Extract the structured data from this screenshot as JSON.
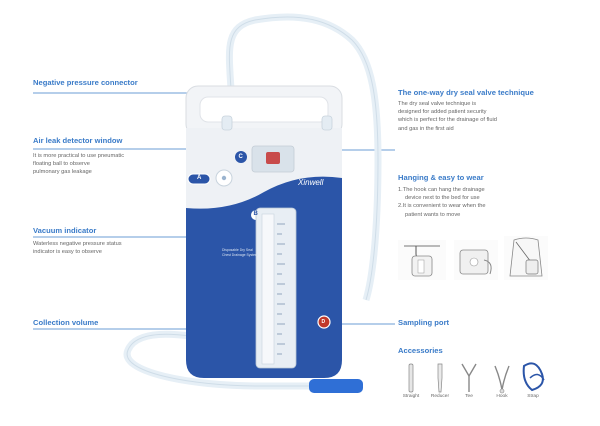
{
  "callouts": {
    "negative_pressure_connector": {
      "title": "Negative pressure connector"
    },
    "air_leak_detector": {
      "title": "Air leak detector window",
      "body": [
        "It is more practical to use pneumatic",
        "floating ball to observe",
        "pulmonary gas leakage"
      ]
    },
    "vacuum_indicator": {
      "title": "Vacuum indicator",
      "body": [
        "Waterless negative pressure status",
        "indicator is easy to observe"
      ]
    },
    "collection_volume": {
      "title": "Collection volume"
    },
    "dry_seal_valve": {
      "title": "The one-way dry seal valve technique",
      "body": [
        "The dry seal valve technique is",
        "designed for added patient security",
        "which is perfect for the drainage of fluid",
        "and gas in the first aid"
      ]
    },
    "hanging": {
      "title": "Hanging & easy to wear",
      "body": [
        "1.The hook can hang the drainage",
        "device next to the bed for use",
        "2.It is convenient to wear when the",
        "patient wants to move"
      ]
    },
    "sampling_port": {
      "title": "Sampling port"
    }
  },
  "device": {
    "brand": "Xinwell",
    "label_a": "A",
    "label_b": "B",
    "label_c": "C",
    "label_d": "D",
    "small_text": [
      "Disposable Dry Seal",
      "Chest Drainage System"
    ]
  },
  "accessories": {
    "title": "Accessories",
    "items": [
      {
        "label": "Straight",
        "icon": "straight-connector-icon"
      },
      {
        "label": "Reducer",
        "icon": "reducer-connector-icon"
      },
      {
        "label": "Tee",
        "icon": "tee-connector-icon"
      },
      {
        "label": "Hook",
        "icon": "hook-icon"
      },
      {
        "label": "Strap",
        "icon": "strap-icon"
      }
    ]
  },
  "colors": {
    "accent": "#3a7bc8",
    "device_blue": "#2b55a8",
    "tube_tip_blue": "#2f6fd6",
    "sampling_port_red": "#c0392b"
  }
}
